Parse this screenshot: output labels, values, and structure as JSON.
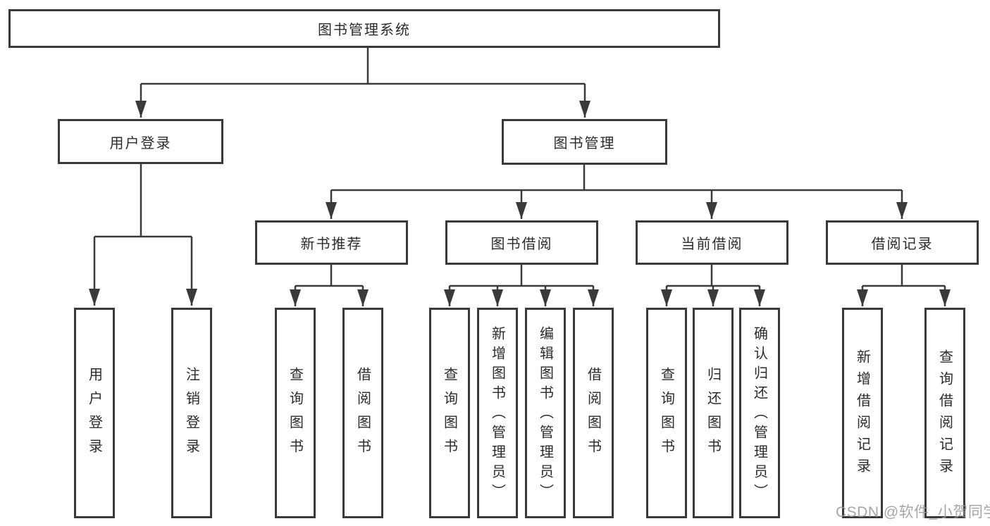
{
  "tree": {
    "label": "图书管理系统",
    "children": [
      {
        "label": "用户登录",
        "children": [
          {
            "label": "用户登录"
          },
          {
            "label": "注销登录"
          }
        ]
      },
      {
        "label": "图书管理",
        "children": [
          {
            "label": "新书推荐",
            "children": [
              {
                "label": "查询图书"
              },
              {
                "label": "借阅图书"
              }
            ]
          },
          {
            "label": "图书借阅",
            "children": [
              {
                "label": "查询图书"
              },
              {
                "label": "新增图书（管理员）"
              },
              {
                "label": "编辑图书（管理员）"
              },
              {
                "label": "借阅图书"
              }
            ]
          },
          {
            "label": "当前借阅",
            "children": [
              {
                "label": "查询图书"
              },
              {
                "label": "归还图书"
              },
              {
                "label": "确认归还（管理员）"
              }
            ]
          },
          {
            "label": "借阅记录",
            "children": [
              {
                "label": "新增借阅记录"
              },
              {
                "label": "查询借阅记录"
              }
            ]
          }
        ]
      }
    ]
  },
  "watermark": {
    "text": "CSDN @软件_小贺同学"
  },
  "colors": {
    "line": "#3a3a3a",
    "box_border": "#3a3a3a",
    "text": "#2b2b2b",
    "watermark": "#969696",
    "background": "#ffffff"
  }
}
